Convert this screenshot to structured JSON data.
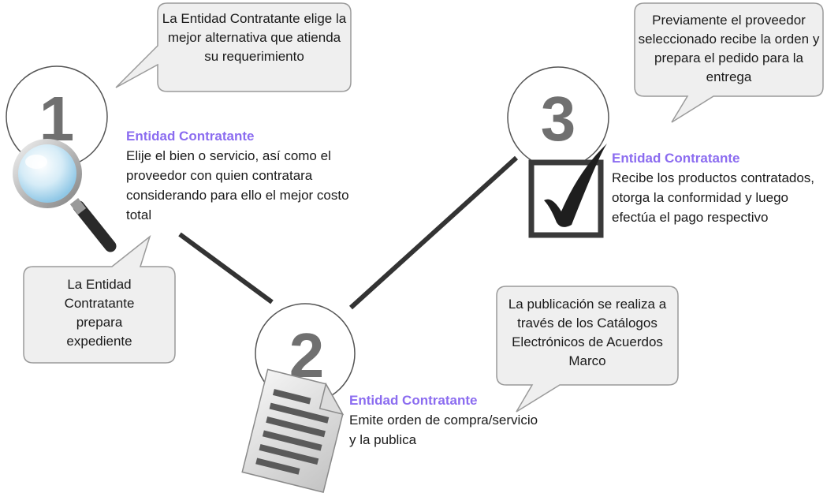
{
  "steps": [
    {
      "number": "1",
      "heading": "Entidad Contratante",
      "description": "Elije el bien o servicio, así como el proveedor con quien contratara considerando para ello el mejor costo total",
      "icon": "magnifier-icon"
    },
    {
      "number": "2",
      "heading": "Entidad Contratante",
      "description": "Emite orden de compra/servicio y la publica",
      "icon": "document-icon"
    },
    {
      "number": "3",
      "heading": "Entidad Contratante",
      "description": "Recibe los productos contratados, otorga la conformidad y luego efectúa el pago respectivo",
      "icon": "checkbox-check-icon"
    }
  ],
  "callouts": {
    "top_left": "La Entidad Contratante elige la mejor alternativa que atienda su requerimiento",
    "bottom_left": "La Entidad Contratante prepara expediente",
    "middle_right": "La publicación se realiza a través de los Catálogos Electrónicos de Acuerdos Marco",
    "top_right": "Previamente el proveedor seleccionado recibe la orden y prepara el pedido para la entrega"
  },
  "colors": {
    "heading": "#8b6cf0",
    "number": "#707070",
    "bubble_fill": "#efefef",
    "bubble_stroke": "#9a9a9a",
    "connector": "#333333"
  }
}
